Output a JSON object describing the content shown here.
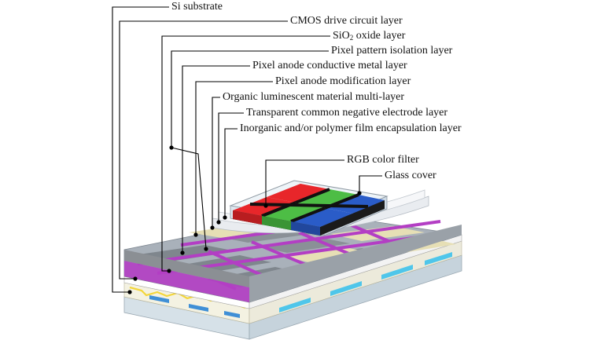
{
  "labels": {
    "si_substrate": "Si substrate",
    "cmos": "CMOS drive circuit layer",
    "sio2_prefix": "SiO",
    "sio2_sub": "2",
    "sio2_suffix": " oxide layer",
    "isolation": "Pixel pattern isolation layer",
    "anode_metal": "Pixel anode conductive metal layer",
    "anode_mod": "Pixel anode modification layer",
    "organic": "Organic luminescent material multi-layer",
    "cathode": "Transparent common negative electrode layer",
    "encapsulation": "Inorganic and/or polymer film encapsulation layer",
    "rgb": "RGB color filter",
    "glass": "Glass cover"
  },
  "colors": {
    "red": "#e8262a",
    "green": "#4dbd45",
    "blue": "#2a5cc8",
    "purple": "#b33ec4",
    "accent_yellow": "#f3d63a",
    "cyan_cells": "#4fc6ea"
  }
}
